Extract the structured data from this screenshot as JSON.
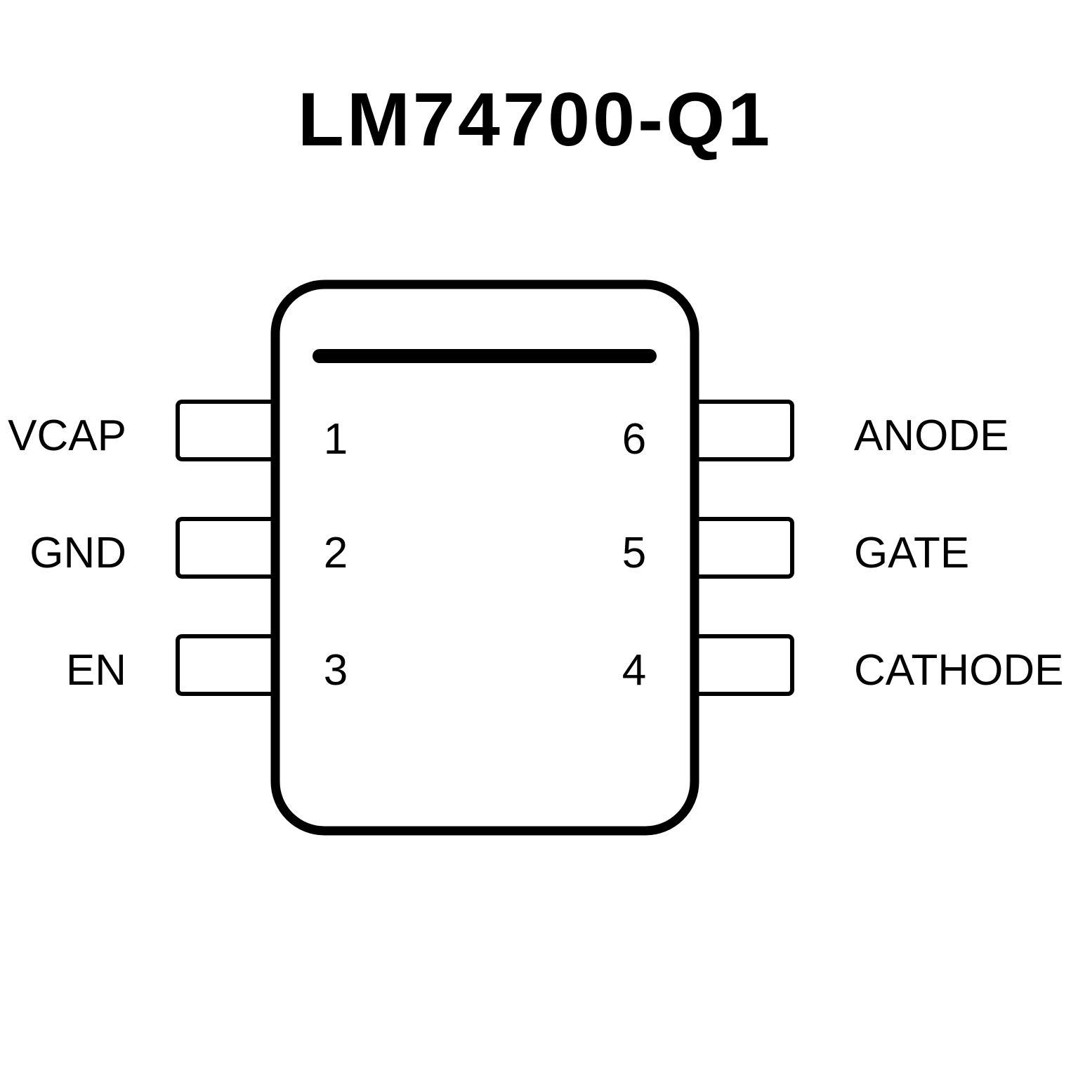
{
  "title": "LM74700-Q1",
  "colors": {
    "stroke": "#000000",
    "background": "#ffffff"
  },
  "pins": {
    "left": [
      {
        "number": "1",
        "name": "VCAP"
      },
      {
        "number": "2",
        "name": "GND"
      },
      {
        "number": "3",
        "name": "EN"
      }
    ],
    "right": [
      {
        "number": "6",
        "name": "ANODE"
      },
      {
        "number": "5",
        "name": "GATE"
      },
      {
        "number": "4",
        "name": "CATHODE"
      }
    ]
  }
}
